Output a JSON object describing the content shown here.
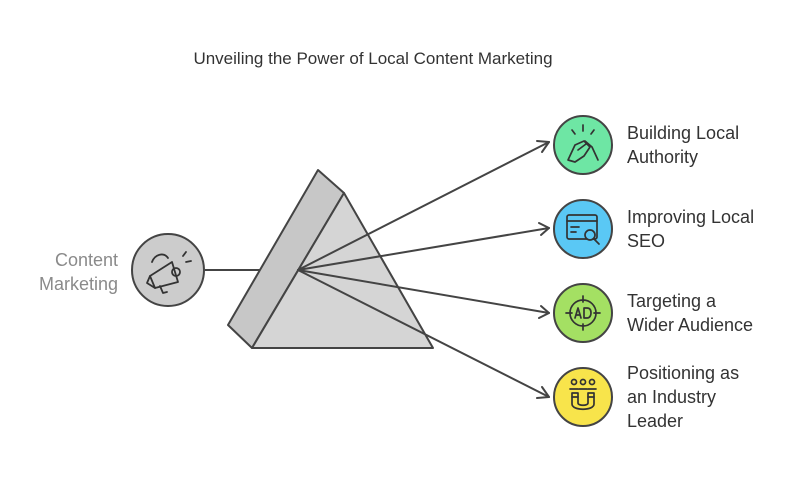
{
  "title": "Unveiling the Power of Local Content Marketing",
  "input": {
    "label_line1": "Content",
    "label_line2": "Marketing",
    "icon": "megaphone-icon",
    "color": "#cccccc"
  },
  "outputs": [
    {
      "line1": "Building Local",
      "line2": "Authority",
      "line3": "",
      "icon": "handshake-icon",
      "color": "#6ee6a4"
    },
    {
      "line1": "Improving Local",
      "line2": "SEO",
      "line3": "",
      "icon": "browser-search-icon",
      "color": "#5ac8f5"
    },
    {
      "line1": "Targeting a",
      "line2": "Wider Audience",
      "line3": "",
      "icon": "ad-target-icon",
      "color": "#a4e063"
    },
    {
      "line1": "Positioning as",
      "line2": "an Industry",
      "line3": "Leader",
      "icon": "magnet-people-icon",
      "color": "#f8e44b"
    }
  ]
}
